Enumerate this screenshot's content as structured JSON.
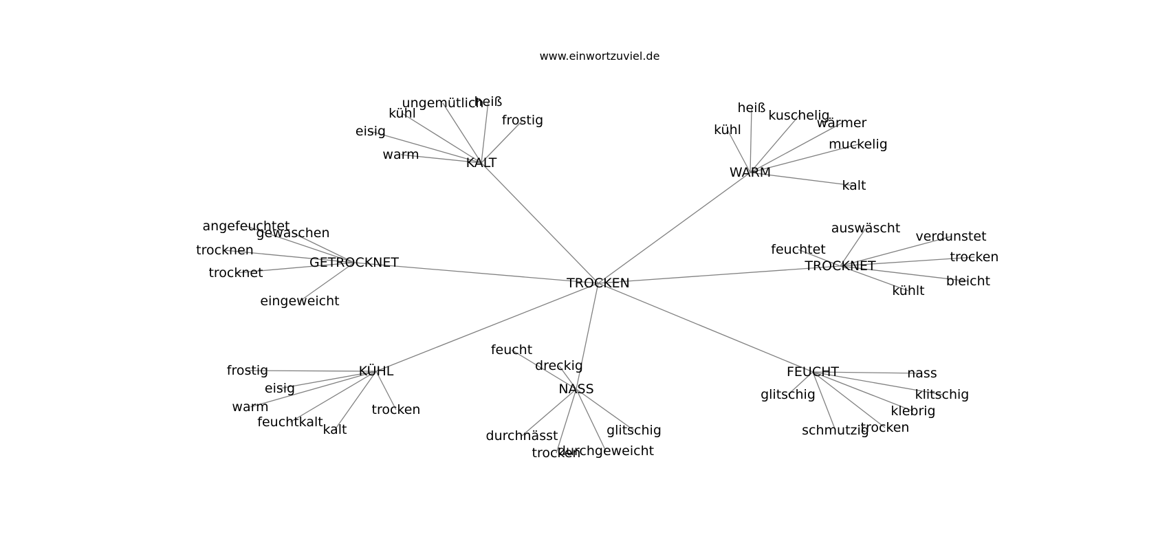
{
  "header": {
    "site_url": "www.einwortzuviel.de"
  },
  "graph": {
    "center": {
      "id": "trocken",
      "label": "TROCKEN"
    },
    "hubs": [
      {
        "id": "kalt",
        "label": "KALT",
        "leaves": [
          "kühl",
          "ungemütlich",
          "heiß",
          "frostig",
          "eisig",
          "warm"
        ]
      },
      {
        "id": "warm",
        "label": "WARM",
        "leaves": [
          "heiß",
          "kühl",
          "kuschelig",
          "wärmer",
          "muckelig",
          "kalt"
        ]
      },
      {
        "id": "getrocknet",
        "label": "GETROCKNET",
        "leaves": [
          "angefeuchtet",
          "gewaschen",
          "trocknen",
          "trocknet",
          "eingeweicht"
        ]
      },
      {
        "id": "trocknet",
        "label": "TROCKNET",
        "leaves": [
          "auswäscht",
          "verdunstet",
          "feuchtet",
          "trocken",
          "bleicht",
          "kühlt"
        ]
      },
      {
        "id": "kuehl",
        "label": "KÜHL",
        "leaves": [
          "frostig",
          "eisig",
          "warm",
          "feuchtkalt",
          "kalt",
          "trocken"
        ]
      },
      {
        "id": "nass",
        "label": "NASS",
        "leaves": [
          "feucht",
          "dreckig",
          "durchnässt",
          "trocken",
          "durchgeweicht",
          "glitschig"
        ]
      },
      {
        "id": "feucht",
        "label": "FEUCHT",
        "leaves": [
          "nass",
          "glitschig",
          "klitschig",
          "klebrig",
          "schmutzig",
          "trocken"
        ]
      }
    ]
  }
}
